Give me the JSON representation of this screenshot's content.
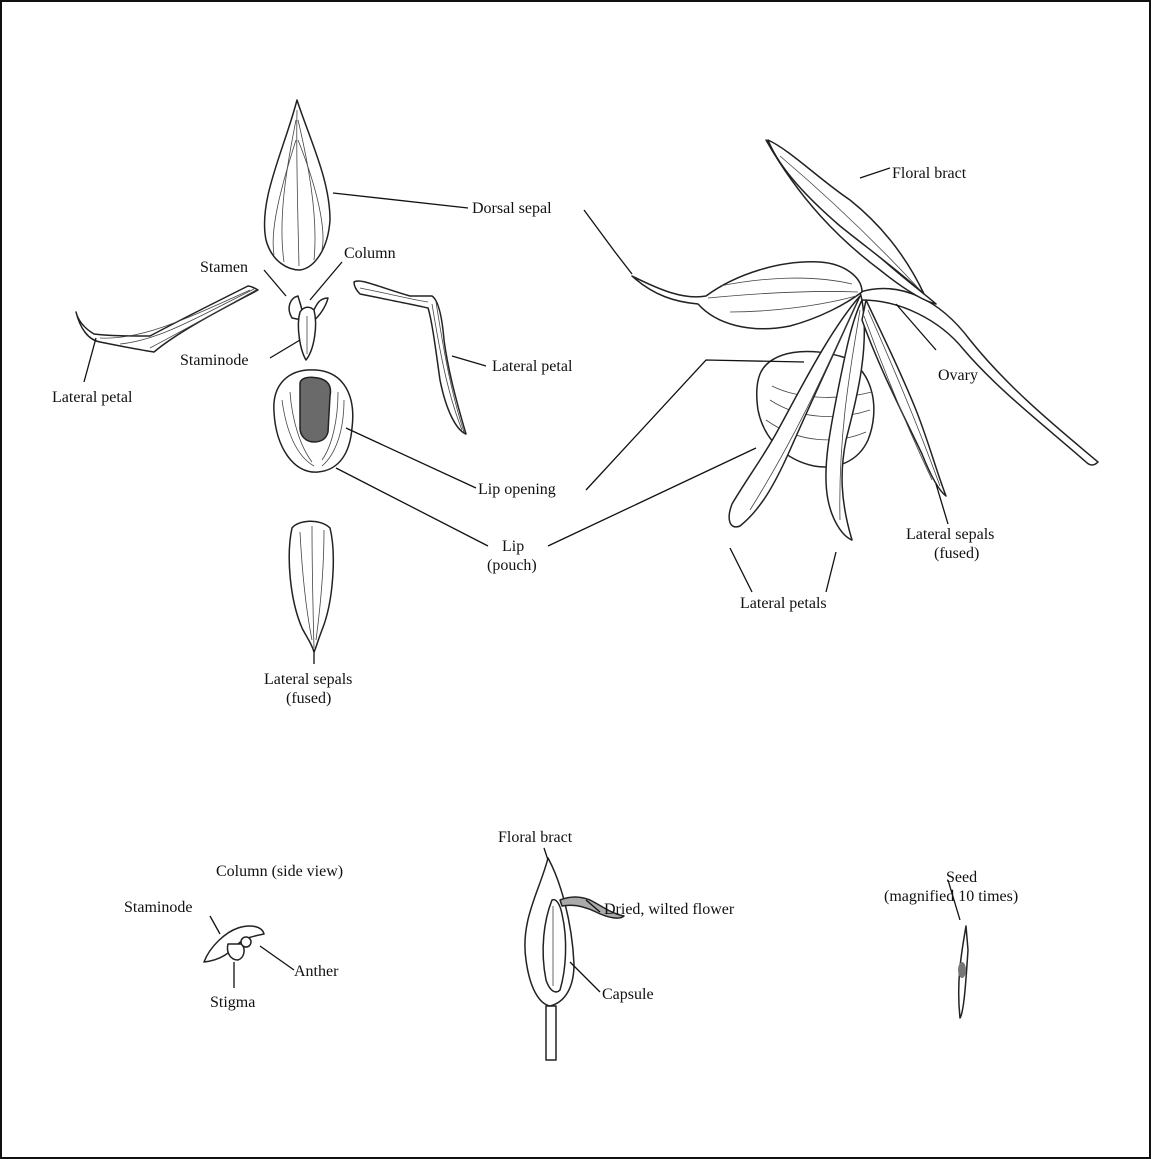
{
  "labels": {
    "dorsal_sepal": "Dorsal sepal",
    "stamen": "Stamen",
    "column": "Column",
    "staminode": "Staminode",
    "lateral_petal_left": "Lateral petal",
    "lateral_petal_right": "Lateral petal",
    "lip_opening": "Lip opening",
    "lip_line1": "Lip",
    "lip_line2": "(pouch)",
    "lateral_sepals_line1": "Lateral sepals",
    "lateral_sepals_line2": "(fused)",
    "floral_bract": "Floral bract",
    "ovary": "Ovary",
    "lateral_sepals_right_line1": "Lateral sepals",
    "lateral_sepals_right_line2": "(fused)",
    "lateral_petals": "Lateral petals",
    "column_side_view": "Column (side view)",
    "staminode_col": "Staminode",
    "anther": "Anther",
    "stigma": "Stigma",
    "floral_bract_capsule": "Floral bract",
    "dried_flower": "Dried, wilted flower",
    "capsule": "Capsule",
    "seed_line1": "Seed",
    "seed_line2": "(magnified 10 times)"
  }
}
